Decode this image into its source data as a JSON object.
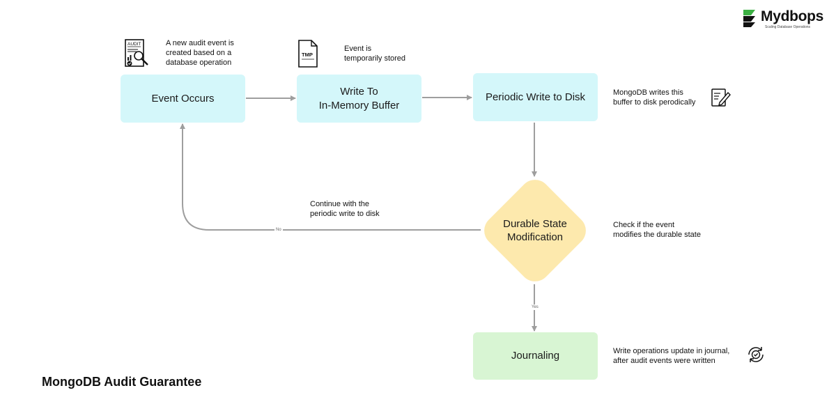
{
  "brand": {
    "name": "Mydbops",
    "tagline": "Scaling Database Operations"
  },
  "title": "MongoDB Audit Guarantee",
  "nodes": {
    "event_occurs": {
      "label": "Event Occurs"
    },
    "write_buffer": {
      "line1": "Write To",
      "line2": "In-Memory Buffer"
    },
    "periodic_write": {
      "label": "Periodic Write to Disk"
    },
    "durable_state": {
      "line1": "Durable State",
      "line2": "Modification"
    },
    "journaling": {
      "label": "Journaling"
    }
  },
  "notes": {
    "event_occurs": [
      "A new audit event is",
      "created based on a",
      "database operation"
    ],
    "write_buffer": [
      "Event is",
      "temporarily stored"
    ],
    "periodic_write": [
      "MongoDB writes this",
      "buffer to disk perodically"
    ],
    "durable_state": [
      "Check if the event",
      "modifies the durable state"
    ],
    "loop_back": [
      "Continue with the",
      "periodic write to disk"
    ],
    "journaling": [
      "Write operations update in journal,",
      "after audit events were written"
    ]
  },
  "edges": {
    "no_label": "No",
    "yes_label": "Yes"
  },
  "icons": {
    "audit": {
      "name": "audit-report-icon",
      "text": "AUDIT"
    },
    "tmp": {
      "name": "tmp-file-icon",
      "text": "TMP"
    },
    "edit": {
      "name": "edit-document-icon"
    },
    "sync": {
      "name": "sync-check-icon"
    }
  },
  "colors": {
    "process_fill": "#d4f7fa",
    "decision_fill": "#fde9ad",
    "journal_fill": "#d8f5d3",
    "arrow": "#9e9e9e"
  }
}
